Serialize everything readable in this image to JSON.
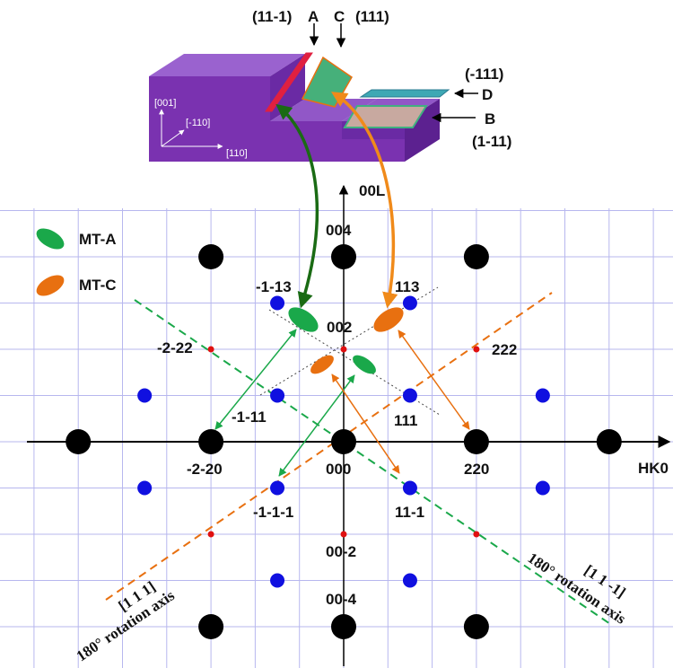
{
  "colors": {
    "grid": "#b7b7ee",
    "black_spot": "#000000",
    "blue_spot": "#1010e0",
    "red_spot": "#e01010",
    "green": "#1aa84a",
    "orange": "#e87010",
    "dark_green": "#1a6b14",
    "purple_top": "#9157c7",
    "purple_front": "#7a32b0",
    "purple_side": "#5c2190"
  },
  "crystal": {
    "top_labels": {
      "a_index": "(11-1)",
      "a_letter": "A",
      "c_letter": "C",
      "c_index": "(111)",
      "d_index": "(-111)",
      "d_letter": "D",
      "b_letter": "B",
      "b_index": "(1-11)"
    },
    "axes": {
      "z": "[001]",
      "y": "[-110]",
      "x": "[110]"
    }
  },
  "legend": [
    {
      "name": "MT-A",
      "color": "green"
    },
    {
      "name": "MT-C",
      "color": "orange"
    }
  ],
  "axes_labels": {
    "vertical": "00L",
    "horizontal": "HK0"
  },
  "black_spots": [
    {
      "h": -3,
      "l": 4
    },
    {
      "h": 0,
      "l": 4
    },
    {
      "h": 3,
      "l": 4
    },
    {
      "h": -6,
      "l": 0
    },
    {
      "h": -3,
      "l": 0
    },
    {
      "h": 0,
      "l": 0
    },
    {
      "h": 3,
      "l": 0
    },
    {
      "h": 6,
      "l": 0
    },
    {
      "h": -3,
      "l": -4
    },
    {
      "h": 0,
      "l": -4
    },
    {
      "h": 3,
      "l": -4
    }
  ],
  "blue_spots": [
    {
      "h": -1.5,
      "l": 3
    },
    {
      "h": 1.5,
      "l": 3
    },
    {
      "h": -4.5,
      "l": 1
    },
    {
      "h": -1.5,
      "l": 1
    },
    {
      "h": 1.5,
      "l": 1
    },
    {
      "h": 4.5,
      "l": 1
    },
    {
      "h": -4.5,
      "l": -1
    },
    {
      "h": -1.5,
      "l": -1
    },
    {
      "h": 1.5,
      "l": -1
    },
    {
      "h": 4.5,
      "l": -1
    },
    {
      "h": -1.5,
      "l": -3
    },
    {
      "h": 1.5,
      "l": -3
    }
  ],
  "red_spots": [
    {
      "h": 0,
      "l": 2
    },
    {
      "h": -3,
      "l": 2
    },
    {
      "h": 3,
      "l": 2
    },
    {
      "h": 0,
      "l": -2
    },
    {
      "h": -3,
      "l": -2
    },
    {
      "h": 3,
      "l": -2
    }
  ],
  "reflections": [
    {
      "text": "004"
    },
    {
      "text": "-1-13"
    },
    {
      "text": "113"
    },
    {
      "text": "002"
    },
    {
      "text": "-2-22"
    },
    {
      "text": "222"
    },
    {
      "text": "-1-11"
    },
    {
      "text": "111"
    },
    {
      "text": "-2-20"
    },
    {
      "text": "000"
    },
    {
      "text": "220"
    },
    {
      "text": "-1-1-1"
    },
    {
      "text": "11-1"
    },
    {
      "text": "00-2"
    },
    {
      "text": "00-4"
    }
  ],
  "rotation_axes": [
    {
      "name": "[1 1 1]",
      "caption": "180° rotation axis"
    },
    {
      "name": "[1 1 -1]",
      "caption": "180° rotation axis"
    }
  ]
}
